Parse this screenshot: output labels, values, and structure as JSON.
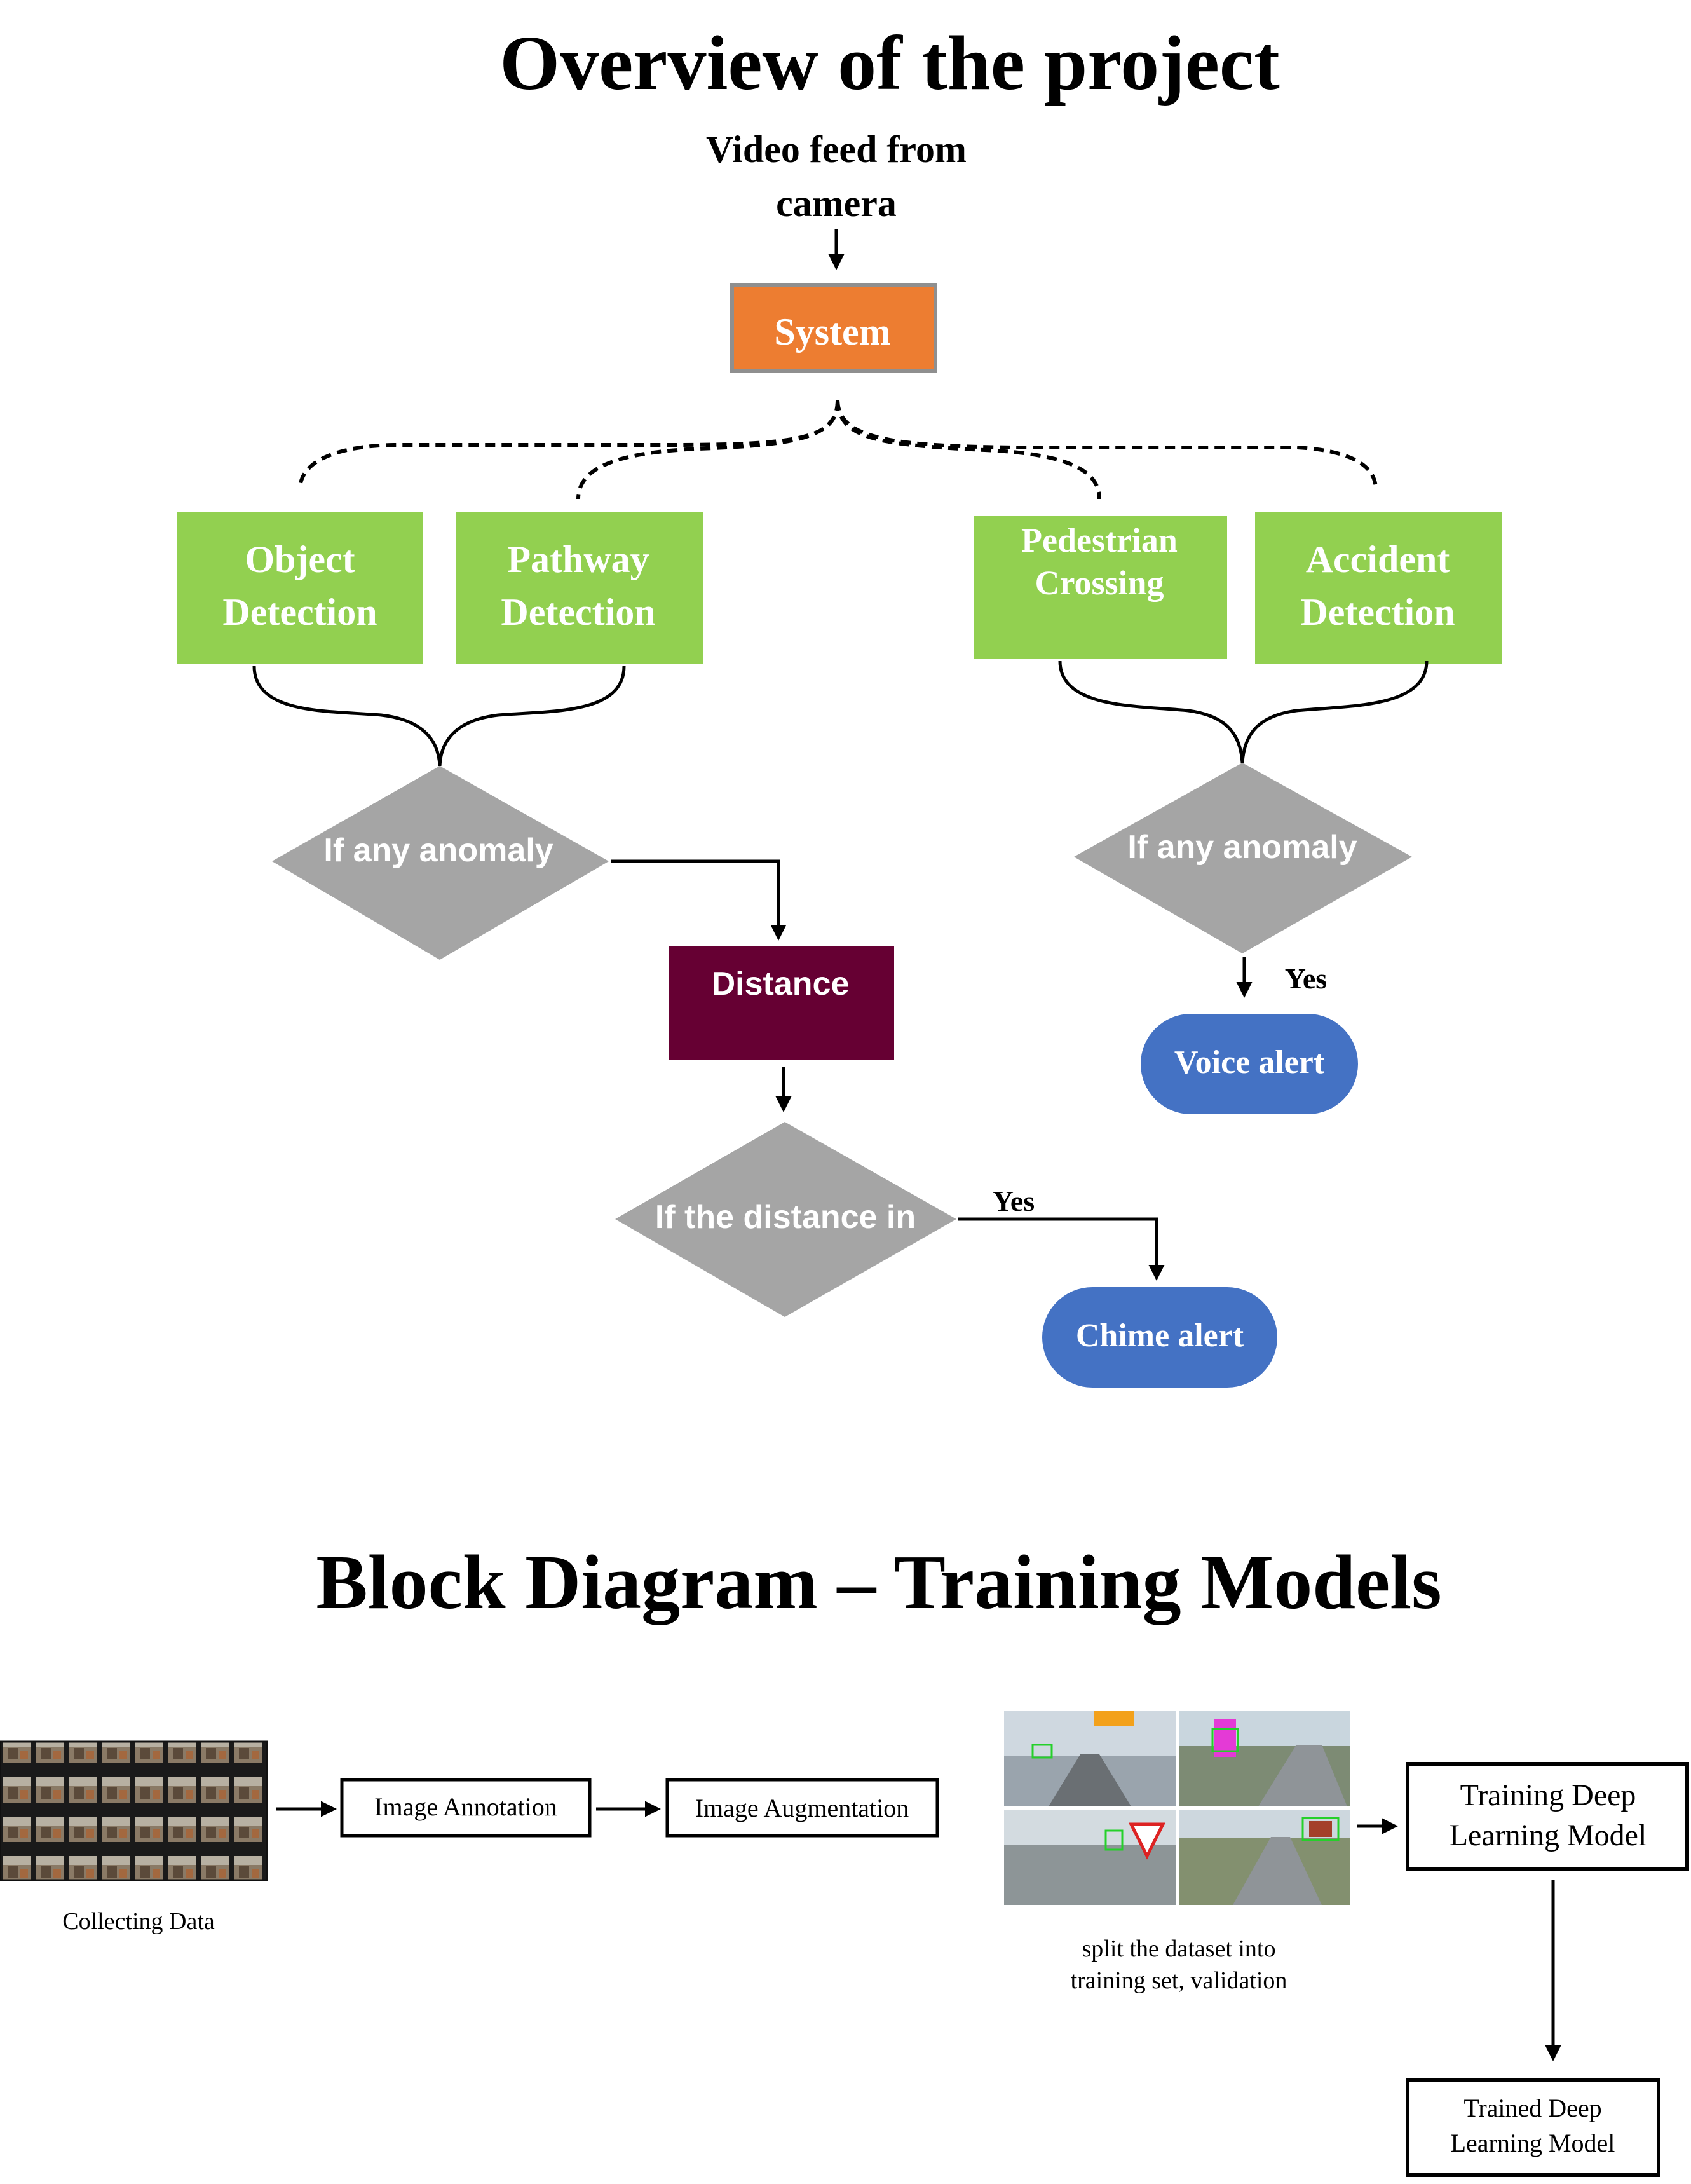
{
  "overview": {
    "title": "Overview of the project",
    "input_line1": "Video feed from",
    "input_line2": "camera",
    "system": "System",
    "modules": [
      {
        "line1": "Object",
        "line2": "Detection"
      },
      {
        "line1": "Pathway",
        "line2": "Detection"
      },
      {
        "line1": "Pedestrian",
        "line2": "Crossing"
      },
      {
        "line1": "Accident",
        "line2": "Detection"
      }
    ],
    "decision_left": "If any anomaly",
    "decision_right": "If any anomaly",
    "distance": "Distance",
    "decision_distance": "If the distance in",
    "yes_voice": "Yes",
    "yes_chime": "Yes",
    "voice_alert": "Voice alert",
    "chime_alert": "Chime alert",
    "colors": {
      "system": "#ed7d31",
      "module": "#92d050",
      "decision": "#a5a5a5",
      "distance": "#660033",
      "alert": "#4472c4"
    }
  },
  "training": {
    "title": "Block Diagram – Training Models",
    "collect_caption": "Collecting Data",
    "annotation": "Image Annotation",
    "augmentation": "Image Augmentation",
    "split_caption_line1": "split the dataset into",
    "split_caption_line2": "training set, validation",
    "training_line1": "Training Deep",
    "training_line2": "Learning Model",
    "trained_line1": "Trained Deep",
    "trained_line2": "Learning Model"
  }
}
